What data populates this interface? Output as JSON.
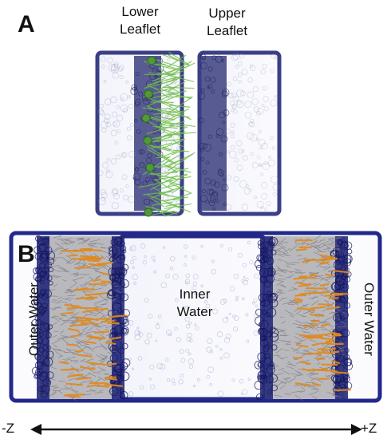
{
  "panel_a": {
    "letter": "A",
    "lower_leaflet": [
      "Lower",
      "Leaflet"
    ],
    "upper_leaflet": [
      "Upper",
      "Leaflet"
    ]
  },
  "panel_b": {
    "letter": "B",
    "outer_water_left": "Outer Water",
    "inner_water": [
      "Inner",
      "Water"
    ],
    "outer_water_right": "Outer Water"
  },
  "axis": {
    "minus_label": "-Z",
    "plus_label": "+Z"
  },
  "colors": {
    "membrane_blue": "#2a2f7a",
    "lipid_orange": "#e08a1e",
    "protein_green": "#6fbf4a",
    "lipid_gray": "#9a9a9a"
  }
}
